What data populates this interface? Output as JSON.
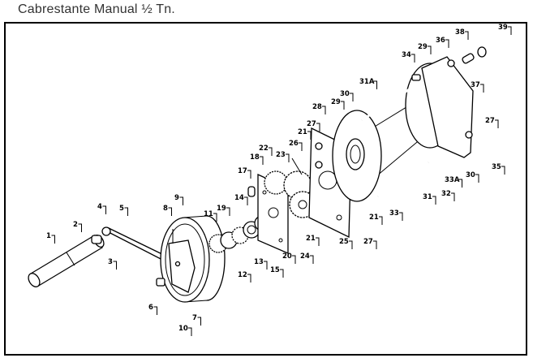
{
  "title": "Cabrestante Manual ½ Tn.",
  "parts": [
    "1",
    "2",
    "3",
    "4",
    "5",
    "6",
    "7",
    "8",
    "9",
    "10",
    "11",
    "12",
    "13",
    "14",
    "15",
    "17",
    "18",
    "19",
    "20",
    "21",
    "21",
    "21",
    "21",
    "22",
    "23",
    "24",
    "25",
    "26",
    "27",
    "27",
    "27",
    "28",
    "29",
    "29",
    "30",
    "30",
    "31",
    "31A",
    "32",
    "33",
    "33A",
    "34",
    "35",
    "36",
    "37",
    "38",
    "39"
  ]
}
